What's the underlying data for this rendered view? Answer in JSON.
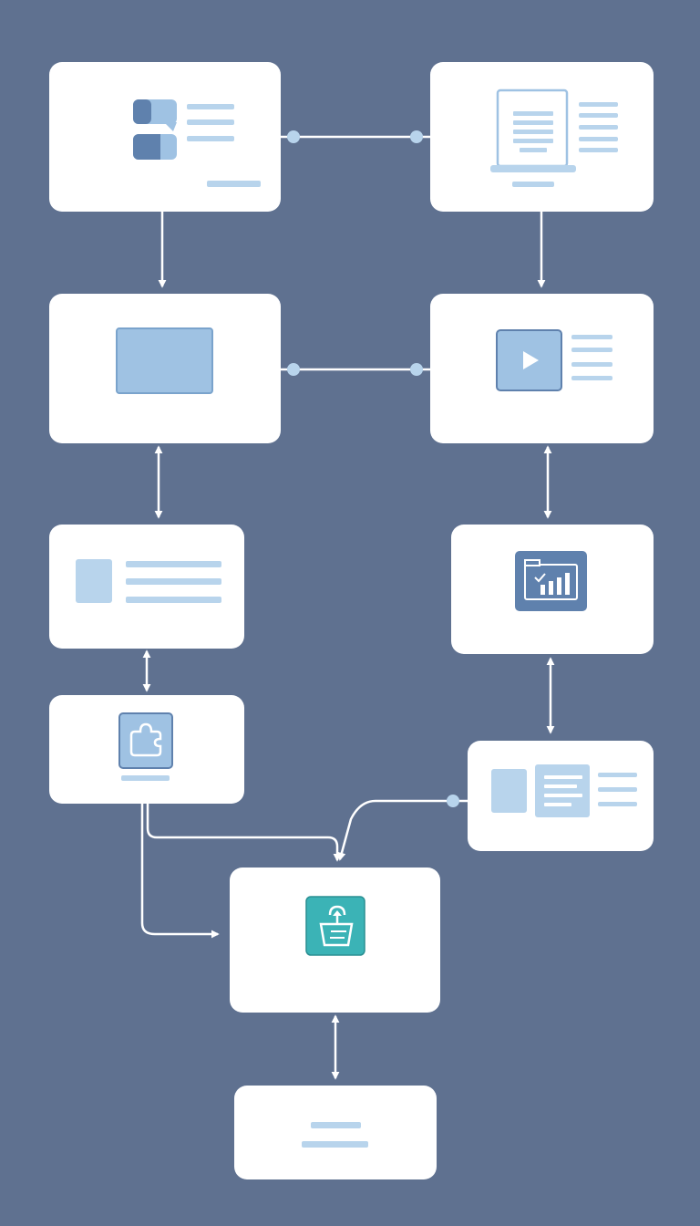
{
  "theme": {
    "background": "#5f7190",
    "card": "#ffffff",
    "line": "#ffffff",
    "dot": "#b8d4ec",
    "light_blue": "#b8d4ec",
    "mid_blue": "#9fc2e3",
    "dark_blue": "#5f81ad",
    "teal": "#3bb3b6"
  },
  "nodes": [
    {
      "id": "node-chat",
      "icon": "chat-bubbles-icon"
    },
    {
      "id": "node-laptop",
      "icon": "laptop-document-icon"
    },
    {
      "id": "node-image",
      "icon": "image-placeholder-icon"
    },
    {
      "id": "node-video",
      "icon": "video-play-icon"
    },
    {
      "id": "node-profile",
      "icon": "profile-card-icon"
    },
    {
      "id": "node-analytics",
      "icon": "bar-chart-icon"
    },
    {
      "id": "node-puzzle",
      "icon": "puzzle-icon"
    },
    {
      "id": "node-documents",
      "icon": "document-panel-icon"
    },
    {
      "id": "node-upload",
      "icon": "upload-tray-icon"
    },
    {
      "id": "node-output",
      "icon": "text-lines-icon"
    }
  ],
  "connections": [
    {
      "from": "node-chat",
      "to": "node-laptop",
      "style": "dotted-link"
    },
    {
      "from": "node-chat",
      "to": "node-image",
      "style": "arrow"
    },
    {
      "from": "node-laptop",
      "to": "node-video",
      "style": "arrow"
    },
    {
      "from": "node-image",
      "to": "node-video",
      "style": "dotted-link"
    },
    {
      "from": "node-image",
      "to": "node-profile",
      "style": "double-arrow"
    },
    {
      "from": "node-video",
      "to": "node-analytics",
      "style": "double-arrow"
    },
    {
      "from": "node-profile",
      "to": "node-puzzle",
      "style": "double-arrow"
    },
    {
      "from": "node-analytics",
      "to": "node-documents",
      "style": "double-arrow"
    },
    {
      "from": "node-puzzle",
      "to": "node-upload",
      "style": "arrow"
    },
    {
      "from": "node-documents",
      "to": "node-upload",
      "style": "arrow"
    },
    {
      "from": "node-upload",
      "to": "node-output",
      "style": "double-arrow"
    }
  ]
}
